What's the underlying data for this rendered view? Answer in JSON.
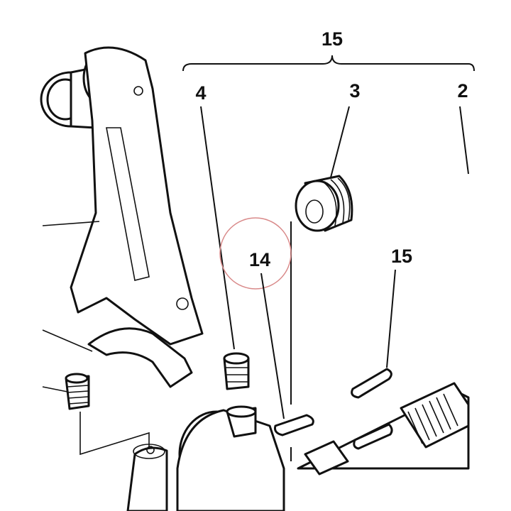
{
  "labels": {
    "top_partial": "15",
    "callout_4": "4",
    "callout_3": "3",
    "callout_2": "2",
    "callout_14": "14",
    "callout_15": "15"
  },
  "highlight_color": "#d98a8a"
}
